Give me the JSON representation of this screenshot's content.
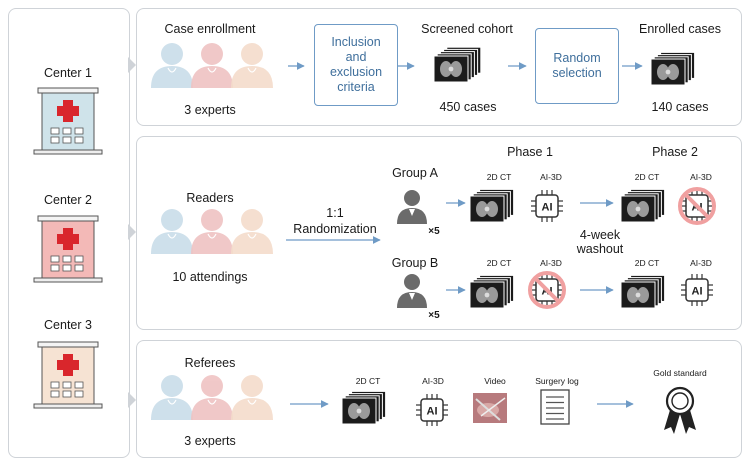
{
  "centers": [
    "Center 1",
    "Center 2",
    "Center 3"
  ],
  "enrollment": {
    "title": "Case enrollment",
    "experts": "3 experts",
    "criteria_box": "Inclusion\nand\nexclusion\ncriteria",
    "screened_title": "Screened cohort",
    "screened_count": "450 cases",
    "random_box": "Random\nselection",
    "enrolled_title": "Enrolled cases",
    "enrolled_count": "140 cases"
  },
  "readers": {
    "title": "Readers",
    "count": "10 attendings",
    "ratio": "1:1",
    "randomization": "Randomization",
    "group_a": "Group A",
    "group_b": "Group B",
    "multiplier": "×5",
    "phase1": "Phase 1",
    "phase2": "Phase 2",
    "ct_label": "2D CT",
    "ai_label": "AI-3D",
    "washout": "4-week\nwashout"
  },
  "referees": {
    "title": "Referees",
    "experts": "3 experts",
    "ct_label": "2D CT",
    "ai_label": "AI-3D",
    "video_label": "Video",
    "log_label": "Surgery log",
    "gold_label": "Gold standard"
  },
  "ai_chip_text": "AI",
  "colors": {
    "person_blue": "#c9dde9",
    "person_red": "#efc3c3",
    "person_peach": "#f4dccb",
    "center1": "#cfe3ea",
    "center2": "#f3b9b7",
    "center3": "#f6e3d3",
    "cross": "#d9262c",
    "arrow": "#6f9bc6",
    "no_sign": "#f0a0a0"
  }
}
